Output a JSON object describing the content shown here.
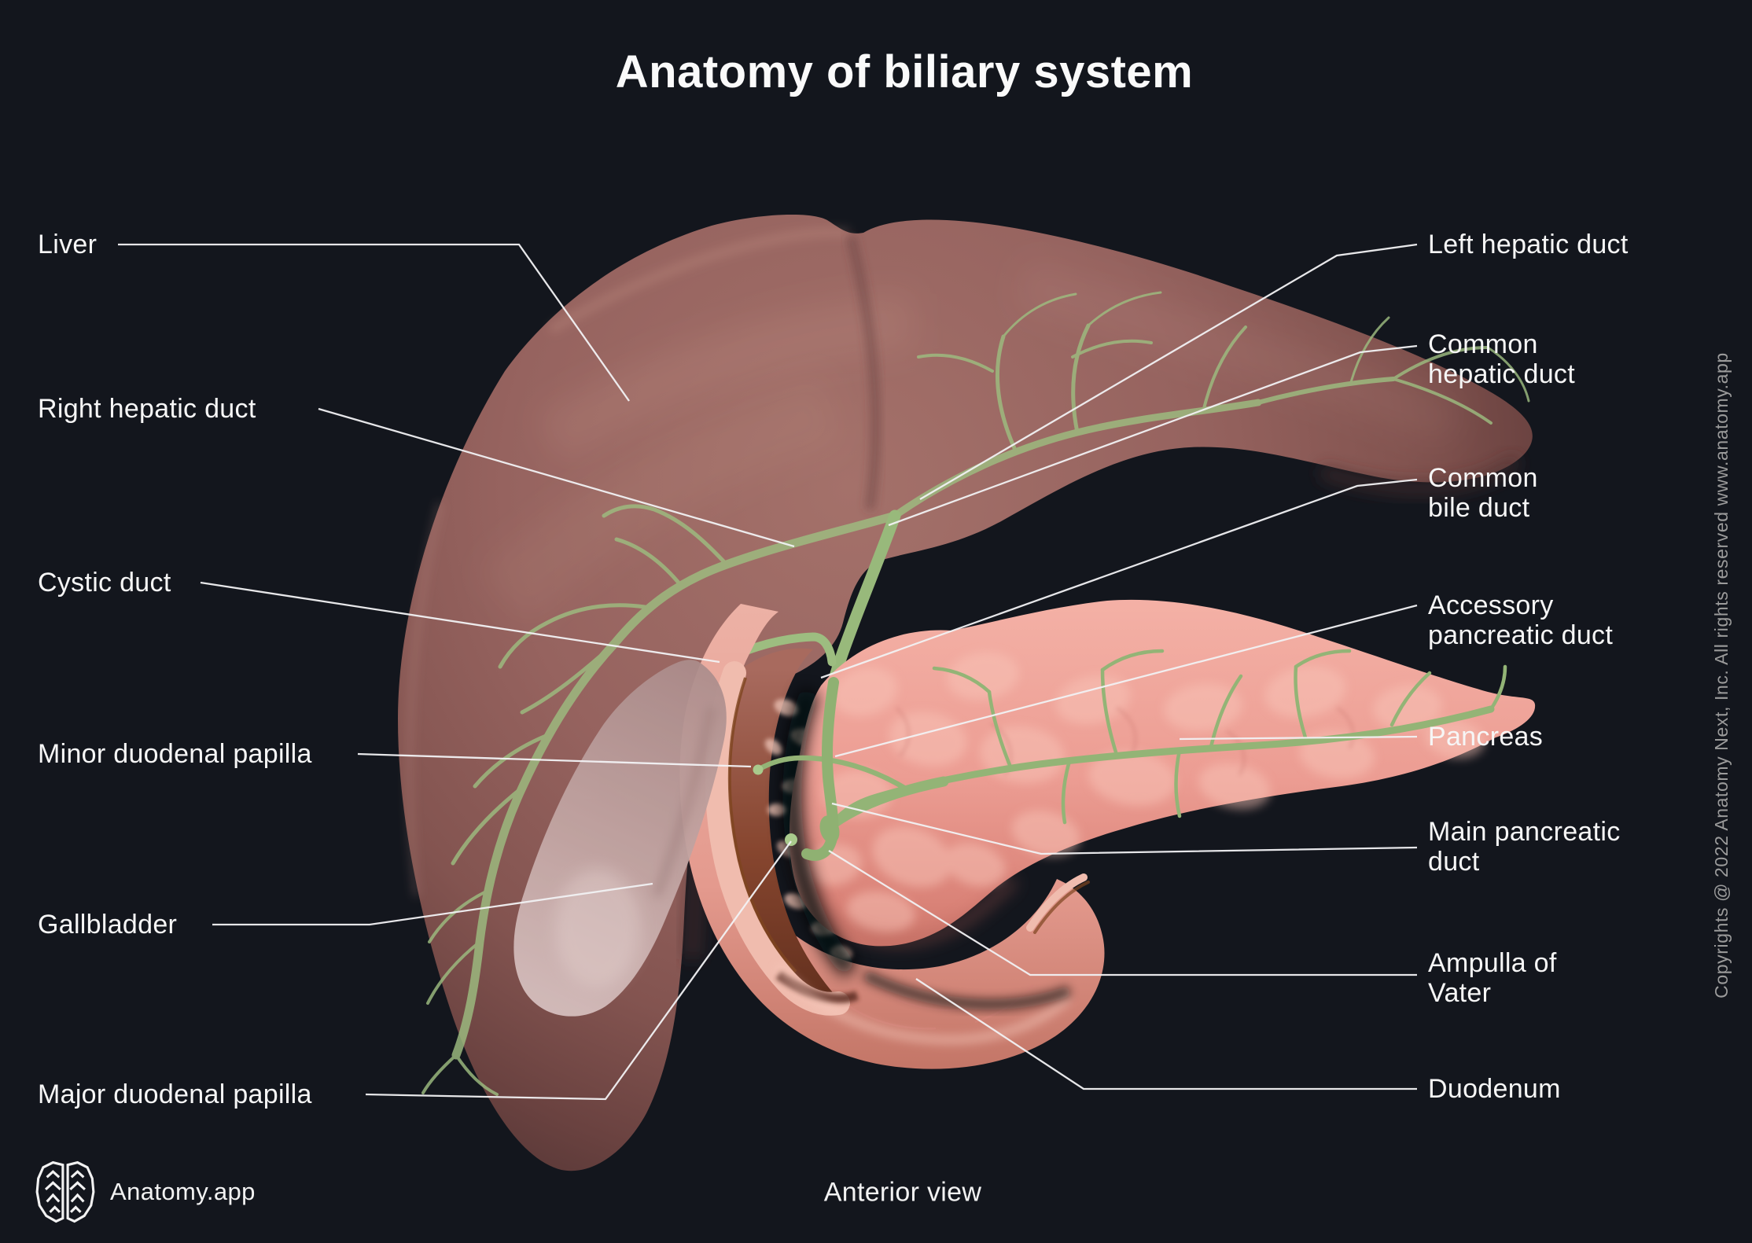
{
  "title": "Anatomy of biliary system",
  "view_label": "Anterior view",
  "brand": {
    "name": "Anatomy.app",
    "logo_icon": "brain-icon"
  },
  "copyright": "Copyrights @ 2022 Anatomy Next, Inc. All rights reserved www.anatomy.app",
  "labels": {
    "left": [
      {
        "text": "Liver"
      },
      {
        "text": "Right hepatic duct"
      },
      {
        "text": "Cystic duct"
      },
      {
        "text": "Minor duodenal papilla"
      },
      {
        "text": "Gallbladder"
      },
      {
        "text": "Major duodenal papilla"
      }
    ],
    "right": [
      {
        "text": "Left hepatic duct"
      },
      {
        "text": "Common\nhepatic duct"
      },
      {
        "text": "Common\nbile duct"
      },
      {
        "text": "Accessory\npancreatic duct"
      },
      {
        "text": "Pancreas"
      },
      {
        "text": "Main pancreatic\nduct"
      },
      {
        "text": "Ampulla of\nVater"
      },
      {
        "text": "Duodenum"
      }
    ]
  },
  "colors": {
    "background": "#13161d",
    "label_text": "#f6f6f6",
    "leader_line": "#f2f2f4",
    "copyright_text": "#9b9b9b",
    "duct_green": "#9dbd80",
    "duct_green_bright": "#a9ca8c",
    "liver": "#96635f",
    "pancreas": "#ec9d93",
    "duodenum": "#e8a89b",
    "duodenum_interior": "#7c4334",
    "gallbladder": "#c9adab"
  }
}
